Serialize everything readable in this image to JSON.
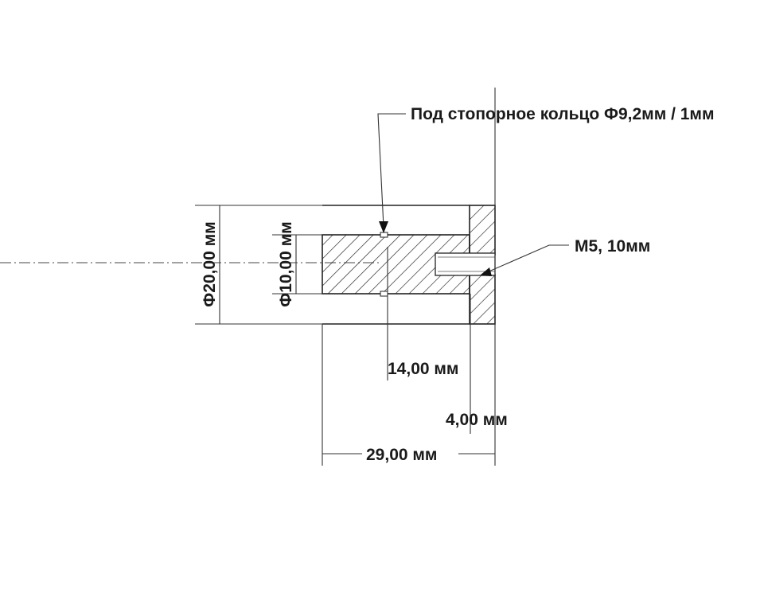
{
  "annotations": {
    "retaining_ring": "Под стопорное кольцо Ф9,2мм / 1мм",
    "thread": "M5, 10мм"
  },
  "dimensions": {
    "outer_diameter": "Ф20,00 мм",
    "inner_diameter": "Ф10,00 мм",
    "bore_depth": "14,00 мм",
    "flange_thickness": "4,00 мм",
    "total_length": "29,00 мм"
  }
}
